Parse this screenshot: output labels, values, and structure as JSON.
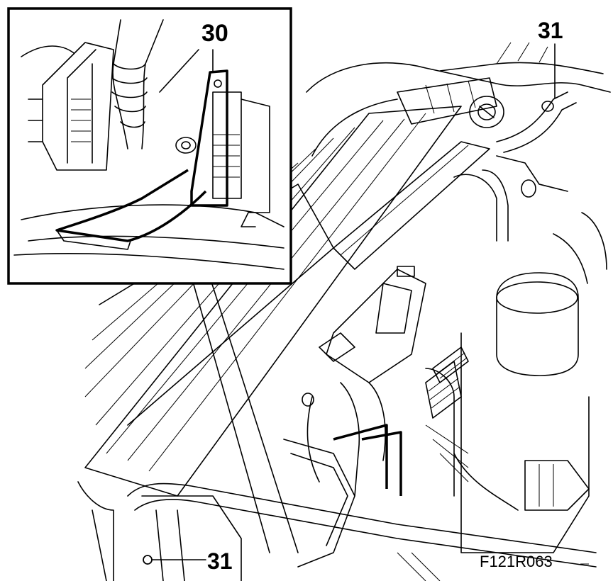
{
  "labels": {
    "inset_connector": "30",
    "ground_point_top": "31",
    "ground_point_bottom": "31"
  },
  "figure_code": "F121R063"
}
